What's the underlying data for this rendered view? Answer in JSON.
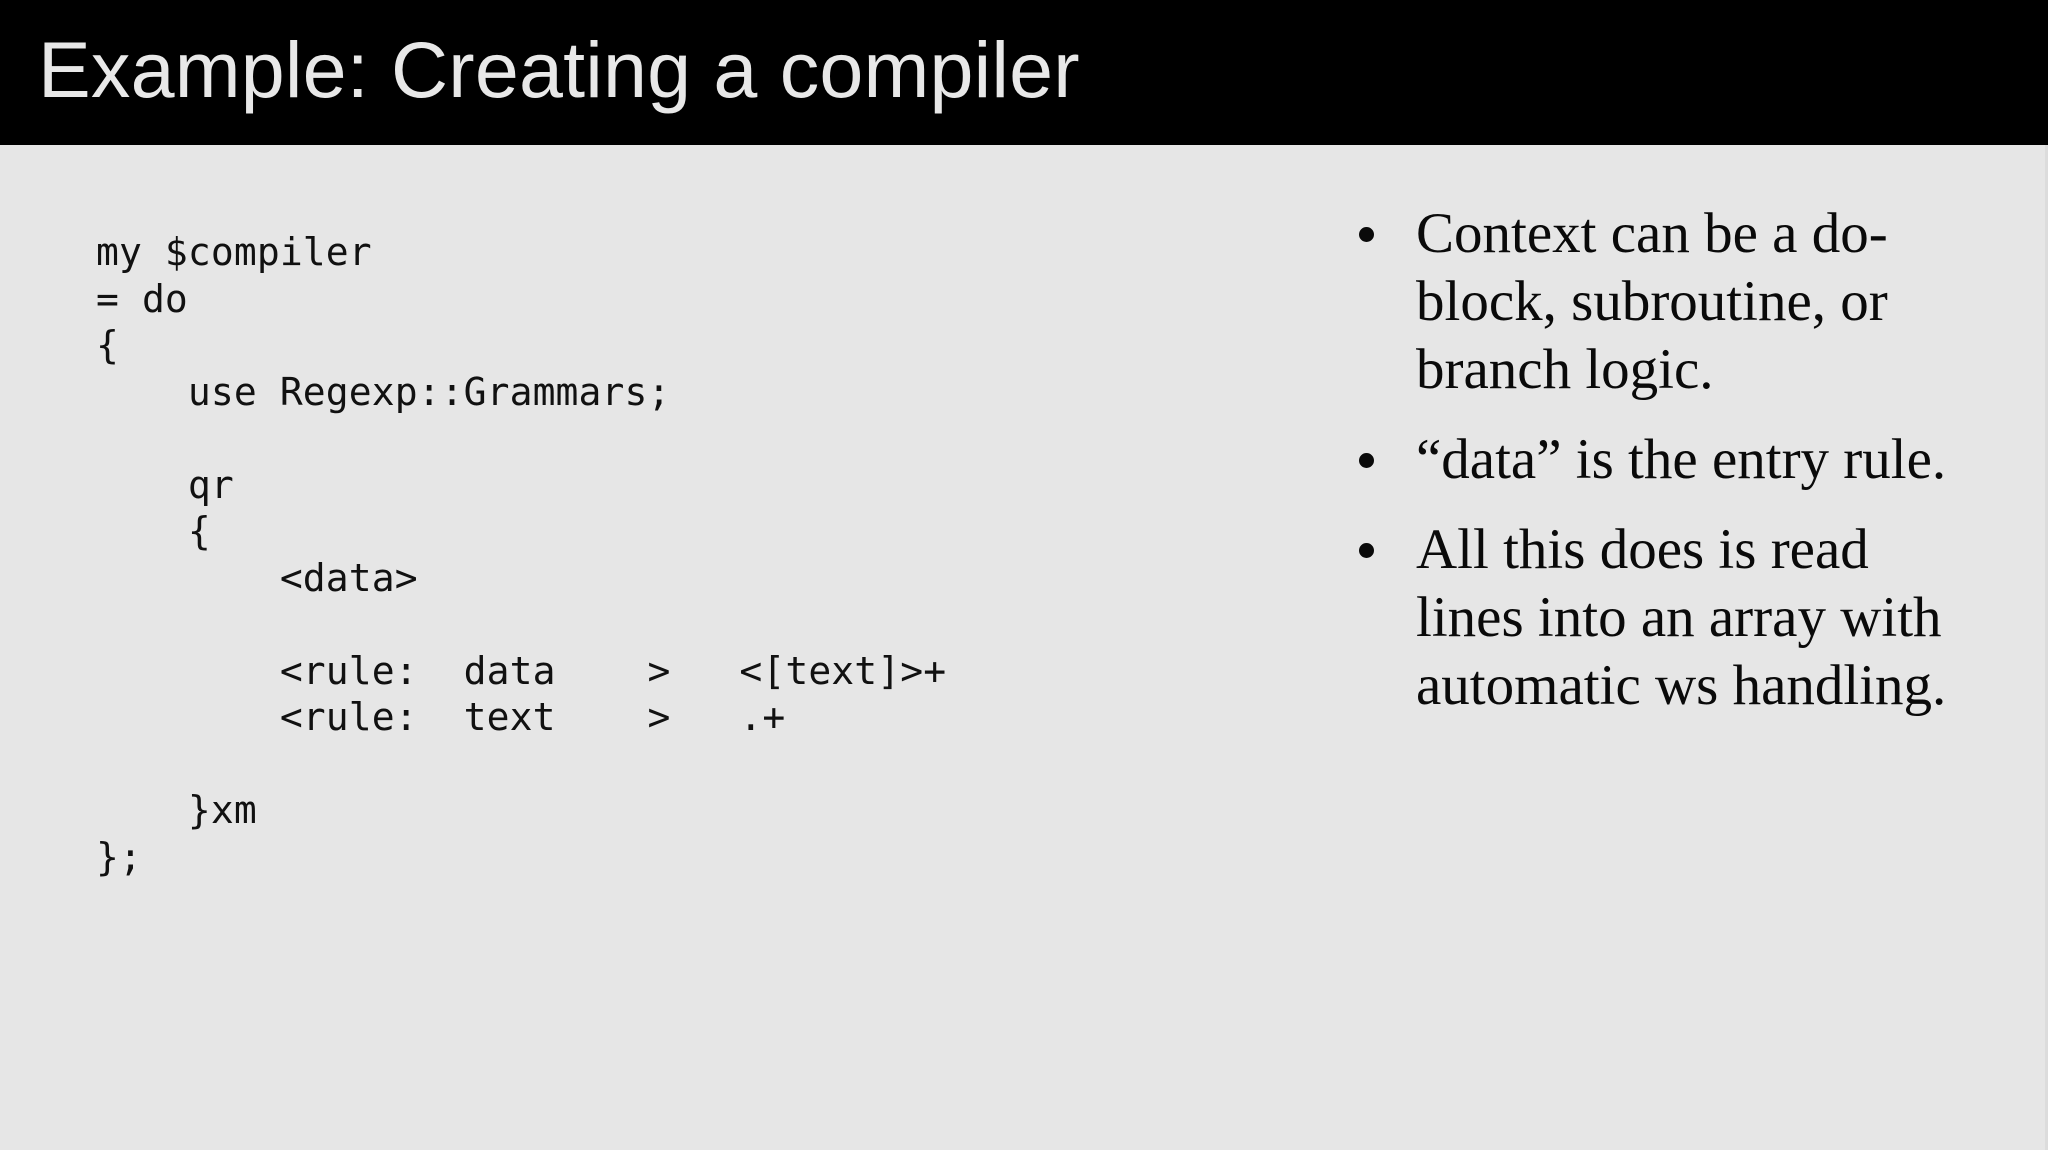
{
  "slide": {
    "title": "Example: Creating a compiler",
    "background_color": "#e6e6e6",
    "title_bar_color": "#000000",
    "title_text_color": "#e8e8e8",
    "body_text_color": "#0a0a0a"
  },
  "code": {
    "language": "perl",
    "text": "my $compiler\n= do\n{\n    use Regexp::Grammars;\n\n    qr\n    {\n        <data>\n\n        <rule:  data    >   <[text]>+\n        <rule:  text    >   .+\n\n    }xm\n};",
    "lines": [
      "my $compiler",
      "= do",
      "{",
      "    use Regexp::Grammars;",
      "",
      "    qr",
      "    {",
      "        <data>",
      "",
      "        <rule:  data    >   <[text]>+",
      "        <rule:  text    >   .+",
      "",
      "    }xm",
      "};"
    ]
  },
  "bullets": [
    {
      "text": "Context can be a do-block, subroutine, or branch logic."
    },
    {
      "text": "“data” is the entry rule."
    },
    {
      "text": "All this does is read lines into an array with automatic ws handling."
    }
  ]
}
